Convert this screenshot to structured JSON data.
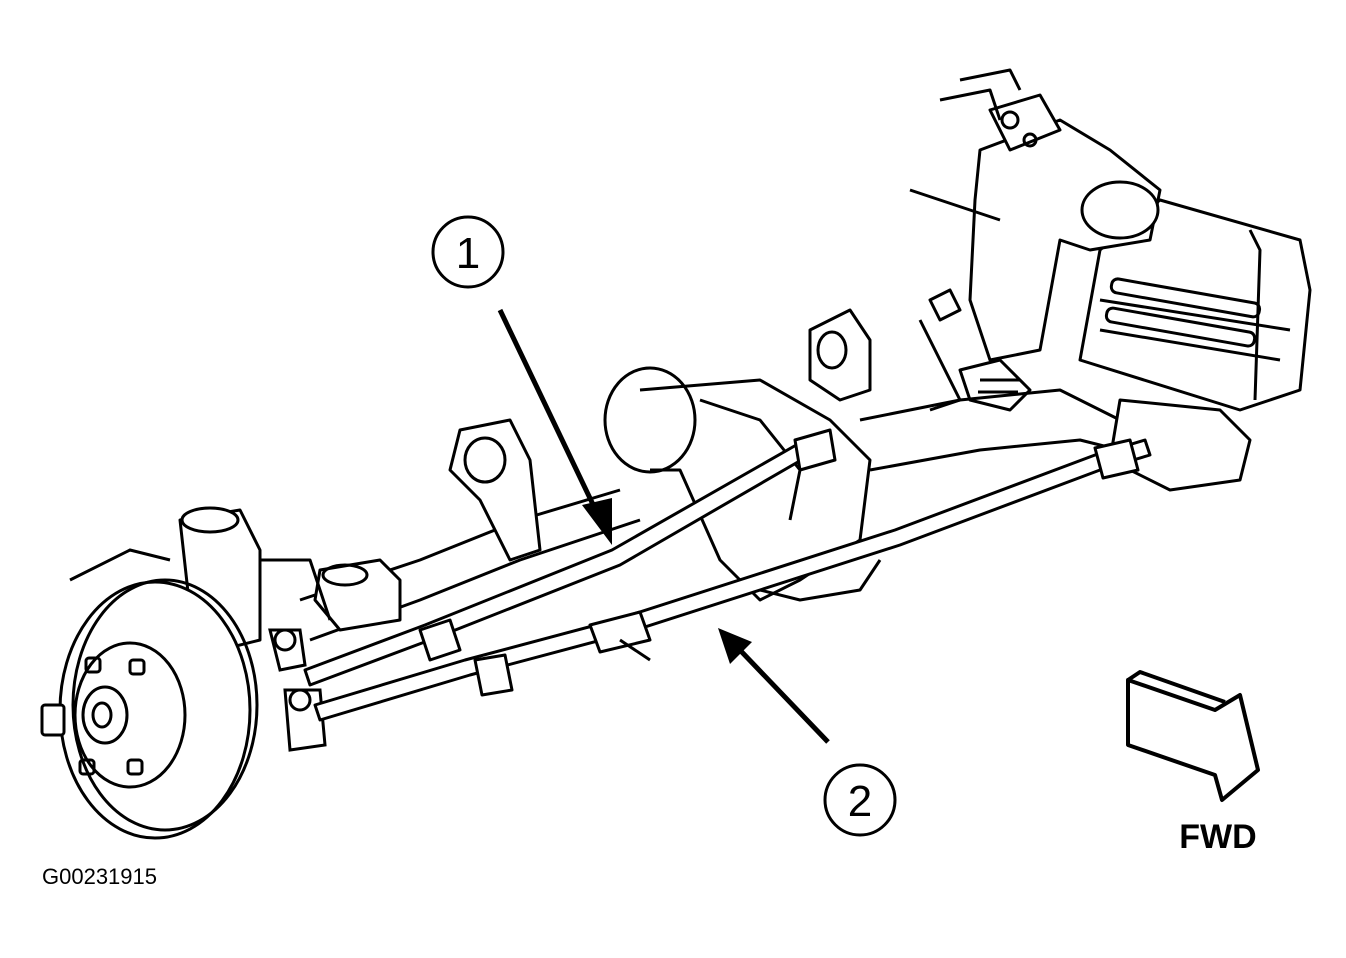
{
  "callouts": [
    {
      "number": "1"
    },
    {
      "number": "2"
    }
  ],
  "direction_label": "FWD",
  "figure_id": "G00231915",
  "colors": {
    "line": "#000000",
    "background": "#ffffff"
  }
}
